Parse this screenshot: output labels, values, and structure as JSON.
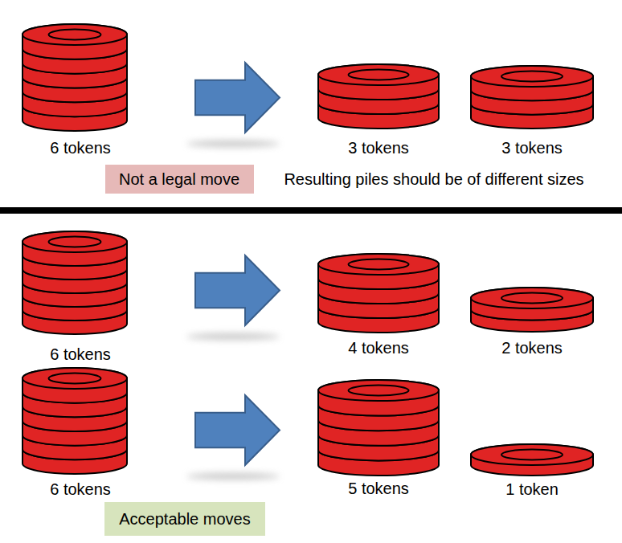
{
  "diagram": {
    "nodes": [
      {
        "text": [
          "Not a legal move"
        ]
      },
      {
        "text": [
          "Acceptable moves"
        ]
      }
    ],
    "labels": [
      "6 tokens",
      "3 tokens",
      "3 tokens",
      "Resulting piles should be of different sizes",
      "6 tokens",
      "4 tokens",
      "2 tokens",
      "6 tokens",
      "5 tokens",
      "1 token"
    ]
  }
}
